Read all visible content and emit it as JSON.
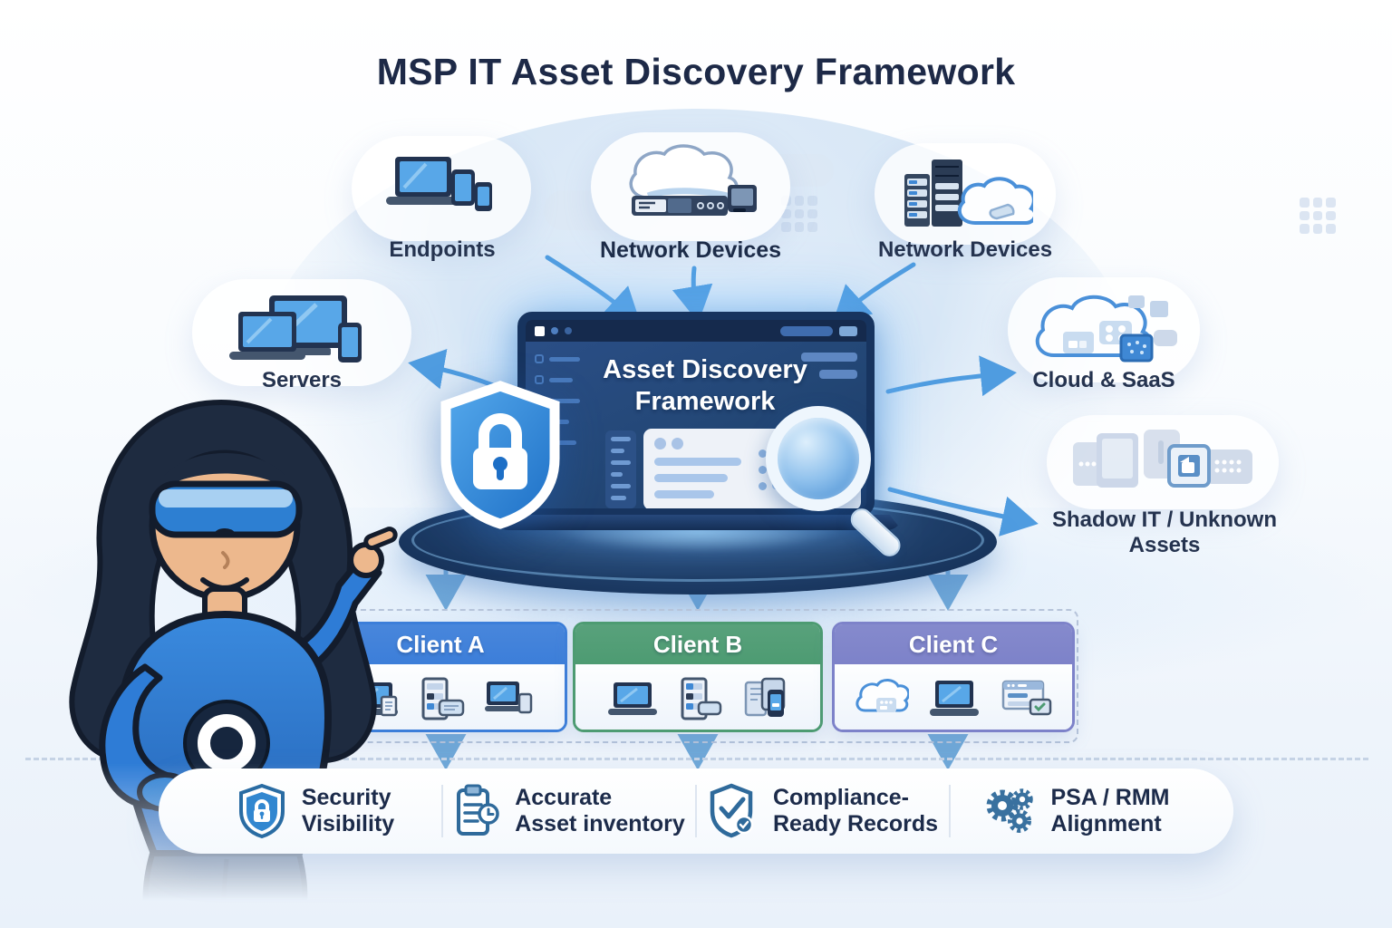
{
  "title": "MSP IT Asset Discovery Framework",
  "center": {
    "screen_title_line1": "Asset Discovery",
    "screen_title_line2": "Framework"
  },
  "nodes": [
    {
      "id": "endpoints",
      "label": "Endpoints",
      "icon": "endpoints-devices-icon"
    },
    {
      "id": "network-devices-top",
      "label": "Network Devices",
      "icon": "cloud-router-icon"
    },
    {
      "id": "network-devices-right",
      "label": "Network Devices",
      "icon": "server-cloud-icon"
    },
    {
      "id": "servers",
      "label": "Servers",
      "icon": "multi-device-icon"
    },
    {
      "id": "cloud-saas",
      "label": "Cloud & SaaS",
      "icon": "cloud-apps-icon"
    },
    {
      "id": "shadow-it",
      "label_line1": "Shadow IT / Unknown",
      "label_line2": "Assets",
      "icon": "faded-devices-icon"
    }
  ],
  "clients": [
    {
      "label": "Client A",
      "color": "#3c7ed9",
      "icons": [
        "laptop-icon",
        "server-icon",
        "monitor-icon"
      ]
    },
    {
      "label": "Client B",
      "color": "#4d9b72",
      "icons": [
        "laptop-icon",
        "server-icon",
        "tablet-icon"
      ]
    },
    {
      "label": "Client C",
      "color": "#7d82c9",
      "icons": [
        "cloud-icon",
        "laptop-icon",
        "browser-icon"
      ]
    }
  ],
  "features": [
    {
      "icon": "shield-lock-icon",
      "line1": "Security",
      "line2": "Visibility"
    },
    {
      "icon": "clipboard-clock-icon",
      "line1": "Accurate",
      "line2": "Asset inventory"
    },
    {
      "icon": "shield-check-icon",
      "line1": "Compliance-",
      "line2": "Ready Records"
    },
    {
      "icon": "gears-icon",
      "line1": "PSA / RMM",
      "line2": "Alignment"
    }
  ],
  "colors": {
    "accent_blue": "#3f8cd9",
    "arrow_blue": "#4f9ce0",
    "navy_text": "#1d2947",
    "platform_navy": "#16355f",
    "shield_blue": "#2f86d4",
    "steel_icon_blue": "#2f6a9b"
  }
}
